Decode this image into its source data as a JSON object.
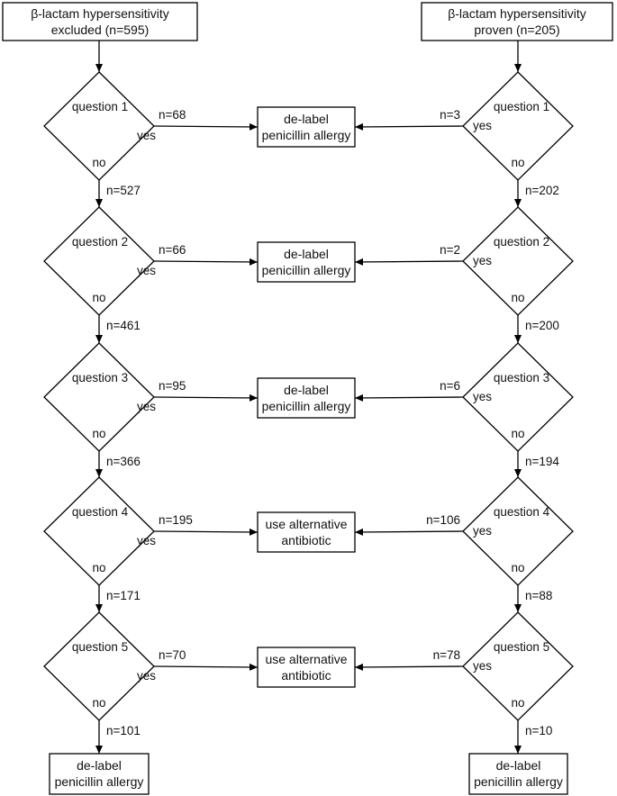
{
  "left": {
    "start": [
      "β-lactam hypersensitivity",
      "excluded (n=595)"
    ],
    "steps": [
      {
        "question": "question 1",
        "yes": "yes",
        "no": "no",
        "yes_n": "n=68",
        "no_n": "n=527"
      },
      {
        "question": "question 2",
        "yes": "yes",
        "no": "no",
        "yes_n": "n=66",
        "no_n": "n=461"
      },
      {
        "question": "question 3",
        "yes": "yes",
        "no": "no",
        "yes_n": "n=95",
        "no_n": "n=366"
      },
      {
        "question": "question 4",
        "yes": "yes",
        "no": "no",
        "yes_n": "n=195",
        "no_n": "n=171"
      },
      {
        "question": "question 5",
        "yes": "yes",
        "no": "no",
        "yes_n": "n=70",
        "no_n": "n=101"
      }
    ],
    "end": [
      "de-label",
      "penicillin allergy"
    ]
  },
  "right": {
    "start": [
      "β-lactam hypersensitivity",
      "proven (n=205)"
    ],
    "steps": [
      {
        "question": "question 1",
        "yes": "yes",
        "no": "no",
        "yes_n": "n=3",
        "no_n": "n=202"
      },
      {
        "question": "question 2",
        "yes": "yes",
        "no": "no",
        "yes_n": "n=2",
        "no_n": "n=200"
      },
      {
        "question": "question 3",
        "yes": "yes",
        "no": "no",
        "yes_n": "n=6",
        "no_n": "n=194"
      },
      {
        "question": "question 4",
        "yes": "yes",
        "no": "no",
        "yes_n": "n=106",
        "no_n": "n=88"
      },
      {
        "question": "question 5",
        "yes": "yes",
        "no": "no",
        "yes_n": "n=78",
        "no_n": "n=10"
      }
    ],
    "end": [
      "de-label",
      "penicillin allergy"
    ]
  },
  "outcomes": [
    [
      "de-label",
      "penicillin allergy"
    ],
    [
      "de-label",
      "penicillin allergy"
    ],
    [
      "de-label",
      "penicillin allergy"
    ],
    [
      "use alternative",
      "antibiotic"
    ],
    [
      "use alternative",
      "antibiotic"
    ]
  ]
}
